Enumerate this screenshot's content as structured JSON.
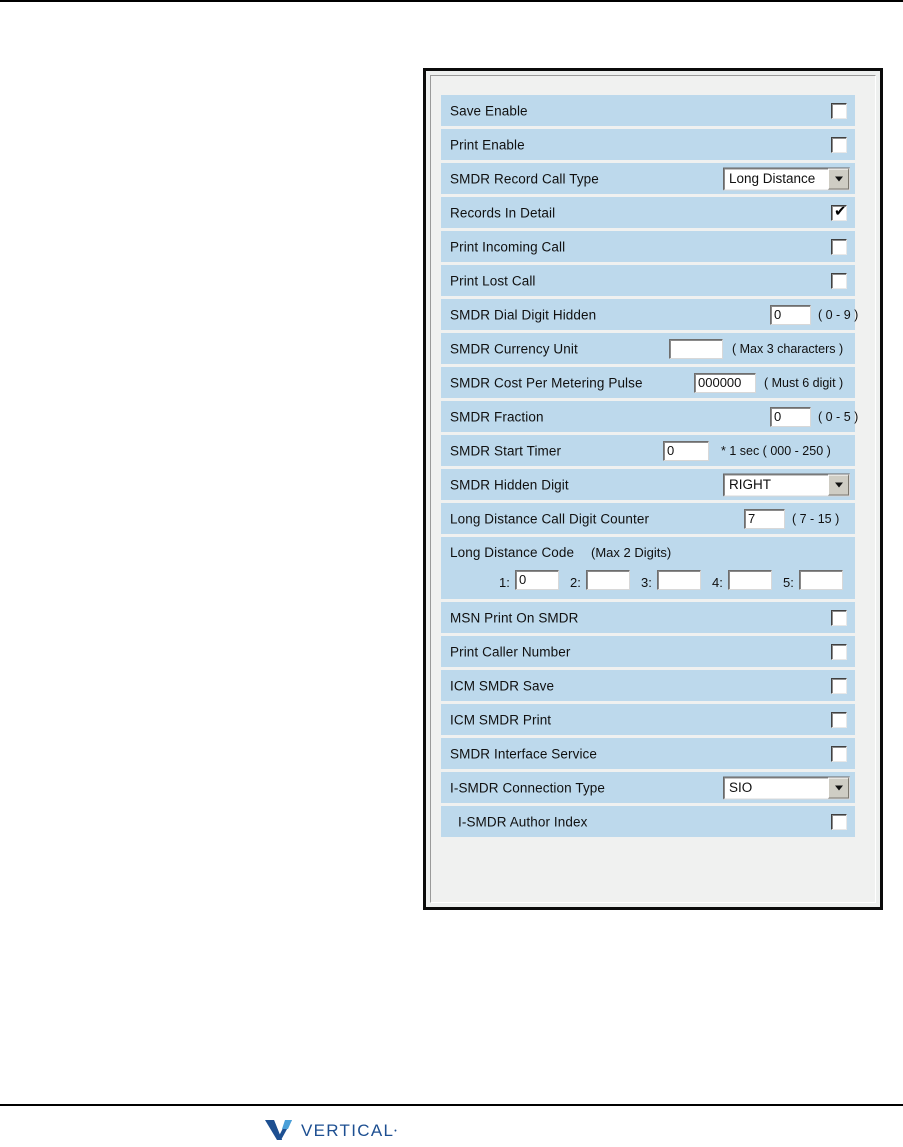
{
  "page": {
    "title": "SMDR Attributes Dialog"
  },
  "dialog": {
    "rows": [
      {
        "id": "save-enable",
        "label": "Save Enable",
        "control": "checkbox",
        "checked": false
      },
      {
        "id": "print-enable",
        "label": "Print Enable",
        "control": "checkbox",
        "checked": false
      },
      {
        "id": "smdr-record-call-type",
        "label": "SMDR Record Call Type",
        "control": "combo",
        "value": "Long Distance"
      },
      {
        "id": "records-in-detail",
        "label": "Records In Detail",
        "control": "checkbox",
        "checked": true
      },
      {
        "id": "print-incoming-call",
        "label": "Print Incoming Call",
        "control": "checkbox",
        "checked": false
      },
      {
        "id": "print-lost-call",
        "label": "Print Lost Call",
        "control": "checkbox",
        "checked": false
      },
      {
        "id": "smdr-dial-digit-hidden",
        "label": "SMDR Dial Digit Hidden",
        "control": "text",
        "value": "0",
        "hint": "( 0 - 9 )"
      },
      {
        "id": "smdr-currency-unit",
        "label": "SMDR Currency Unit",
        "control": "text",
        "value": "",
        "hint": "( Max 3 characters )"
      },
      {
        "id": "smdr-cost-per-pulse",
        "label": "SMDR Cost Per Metering Pulse",
        "control": "text",
        "value": "000000",
        "hint": "( Must 6 digit )"
      },
      {
        "id": "smdr-fraction",
        "label": "SMDR Fraction",
        "control": "text",
        "value": "0",
        "hint": "( 0 - 5 )"
      },
      {
        "id": "smdr-start-timer",
        "label": "SMDR Start Timer",
        "control": "text",
        "value": "0",
        "hint": "* 1 sec  ( 000 - 250 )"
      },
      {
        "id": "smdr-hidden-digit",
        "label": "SMDR Hidden Digit",
        "control": "combo",
        "value": "RIGHT"
      },
      {
        "id": "ld-call-digit-counter",
        "label": "Long Distance Call Digit Counter",
        "control": "text",
        "value": "7",
        "hint": "( 7 - 15 )"
      },
      {
        "id": "long-distance-code",
        "label": "Long Distance Code",
        "control": "ldcode",
        "sublabel": "(Max 2 Digits)"
      },
      {
        "id": "msn-print-on-smdr",
        "label": "MSN Print On SMDR",
        "control": "checkbox",
        "checked": false
      },
      {
        "id": "print-caller-number",
        "label": "Print Caller Number",
        "control": "checkbox",
        "checked": false
      },
      {
        "id": "icm-smdr-save",
        "label": "ICM SMDR Save",
        "control": "checkbox",
        "checked": false
      },
      {
        "id": "icm-smdr-print",
        "label": "ICM SMDR Print",
        "control": "checkbox",
        "checked": false
      },
      {
        "id": "smdr-interface-service",
        "label": "SMDR Interface Service",
        "control": "checkbox",
        "checked": false
      },
      {
        "id": "i-smdr-connection-type",
        "label": "I-SMDR Connection Type",
        "control": "combo",
        "value": "SIO"
      },
      {
        "id": "i-smdr-author-index",
        "label": "I-SMDR Author Index",
        "control": "checkbox",
        "checked": false,
        "indent": true
      }
    ],
    "long_distance_code": {
      "label": "Long Distance Code",
      "sublabel": "(Max 2 Digits)",
      "entries": [
        {
          "num": "1:",
          "value": "0"
        },
        {
          "num": "2:",
          "value": ""
        },
        {
          "num": "3:",
          "value": ""
        },
        {
          "num": "4:",
          "value": ""
        },
        {
          "num": "5:",
          "value": ""
        }
      ]
    }
  },
  "footer": {
    "brand": "VERTICAL",
    "trademark": "•",
    "logo_dark": "#1d4f91",
    "logo_light": "#4a9fd8"
  },
  "colors": {
    "row_background": "#bdd9ec",
    "dialog_background": "#f0f1f0",
    "dialog_border": "#0b0b0b",
    "text": "#101010"
  }
}
